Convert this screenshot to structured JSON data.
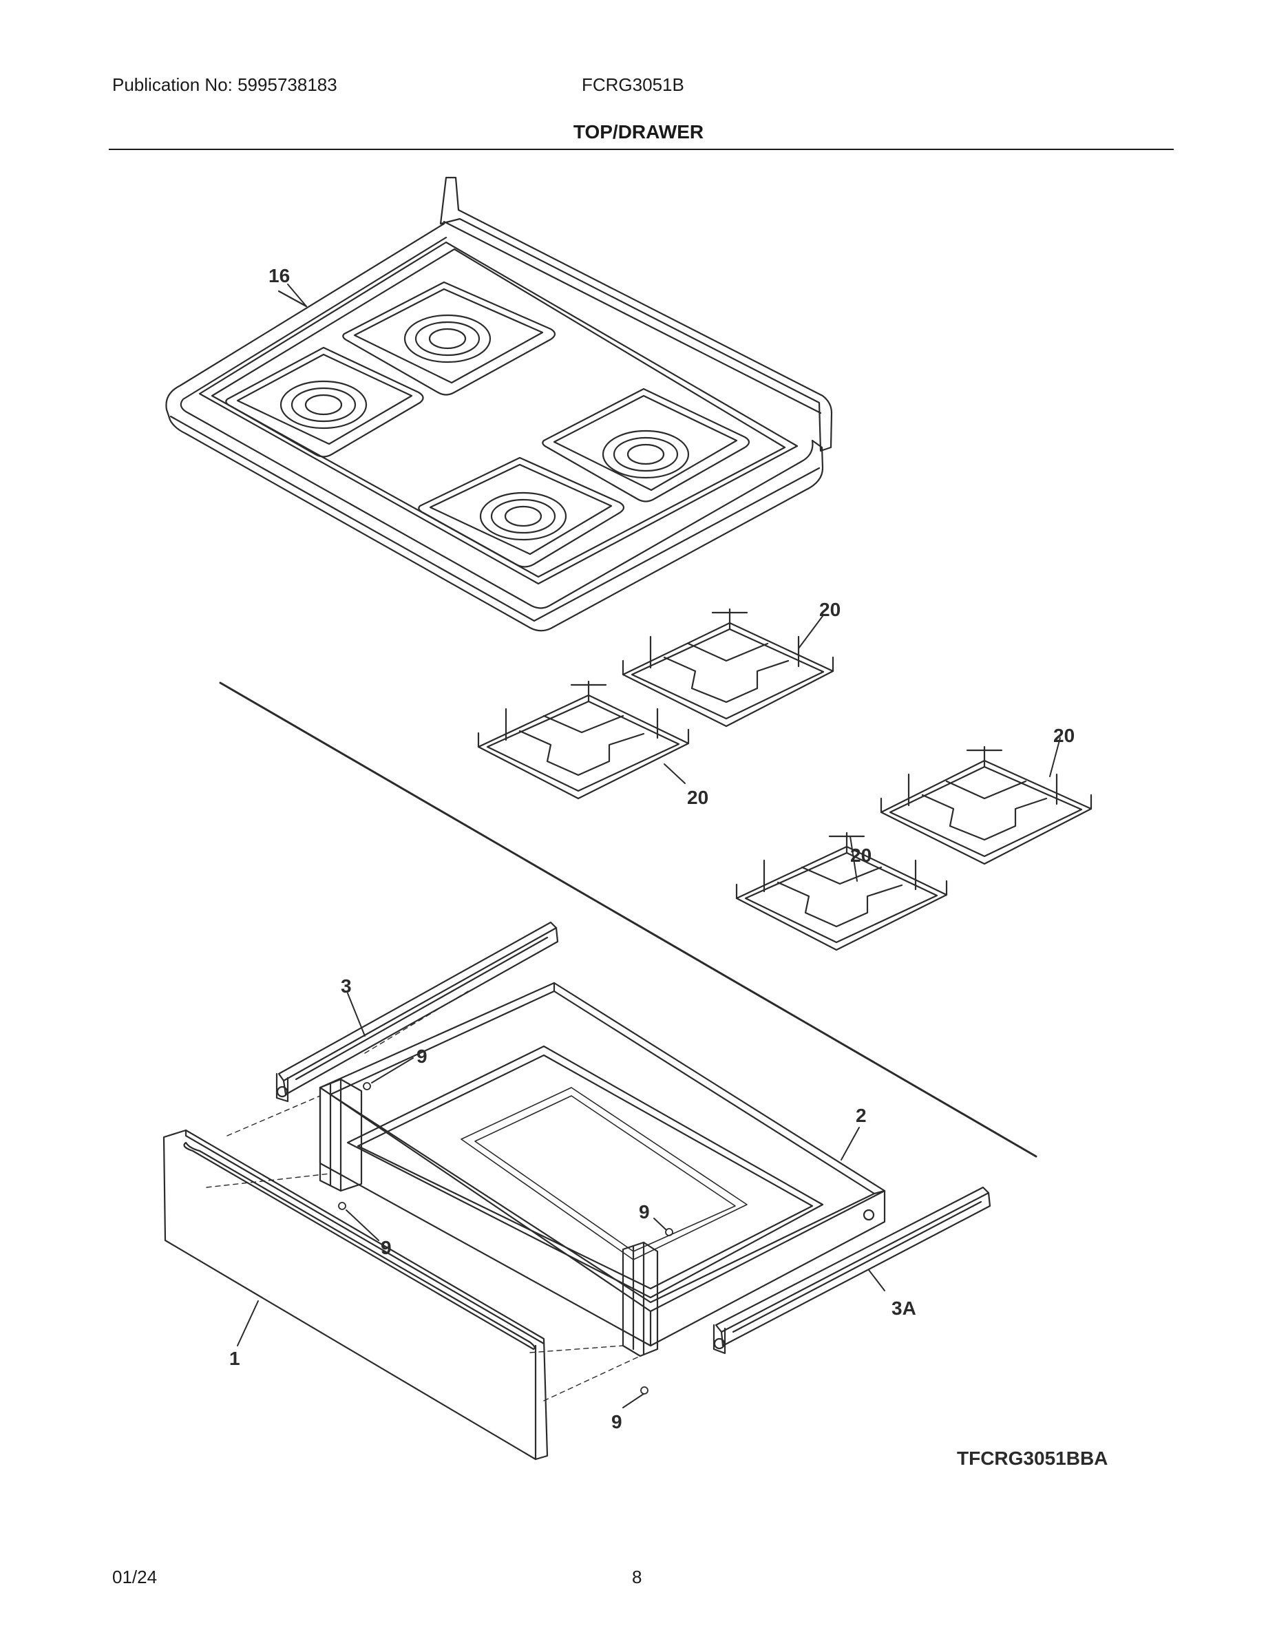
{
  "header": {
    "publication": "Publication No: 5995738183",
    "model": "FCRG3051B",
    "section_title": "TOP/DRAWER"
  },
  "callouts": {
    "top_assembly": "16",
    "grate_a": "20",
    "grate_b": "20",
    "grate_c": "20",
    "grate_d": "20",
    "drawer_glide_left": "3",
    "drawer_glide_right": "3A",
    "drawer_body": "2",
    "drawer_panel": "1",
    "screw_a": "9",
    "screw_b": "9",
    "screw_c": "9",
    "screw_d": "9"
  },
  "diagram_code": "TFCRG3051BBA",
  "footer": {
    "date": "01/24",
    "page": "8"
  }
}
